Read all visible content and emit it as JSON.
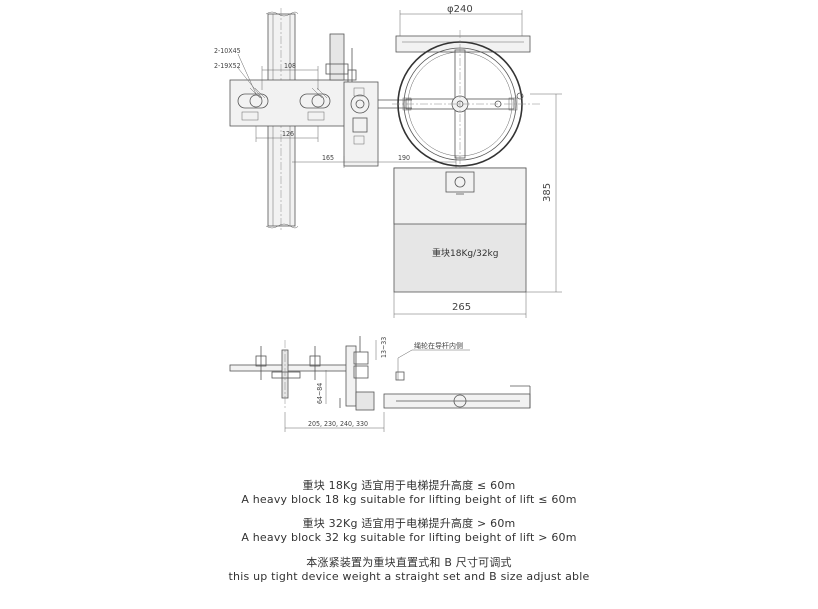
{
  "drawing": {
    "dims": {
      "wheel_diameter": "φ240",
      "rail_spacing_108": "108",
      "rail_spacing_126": "126",
      "offset_165": "165",
      "offset_190": "190",
      "height_385": "385",
      "width_265": "265",
      "slot_2_10x45": "2-10X45",
      "slot_2_19x52": "2-19X52",
      "range_13_33": "13~33",
      "range_side": "64~84",
      "bottom_range": "205, 230, 240, 330"
    },
    "weight_label": "重块18Kg/32kg",
    "note_wheel": "绳轮在导杆内侧"
  },
  "captions": {
    "line1_cn": "重块 18Kg 适宜用于电梯提升高度 ≤ 60m",
    "line1_en": "A heavy block 18 kg suitable for lifting beight of lift ≤ 60m",
    "line2_cn": "重块 32Kg 适宜用于电梯提升高度 > 60m",
    "line2_en": "A heavy block 32 kg suitable for lifting beight of lift > 60m",
    "line3_cn": "本涨紧装置为重块直置式和 B 尺寸可调式",
    "line3_en": "this up tight device weight a straight set and B size adjust able"
  }
}
